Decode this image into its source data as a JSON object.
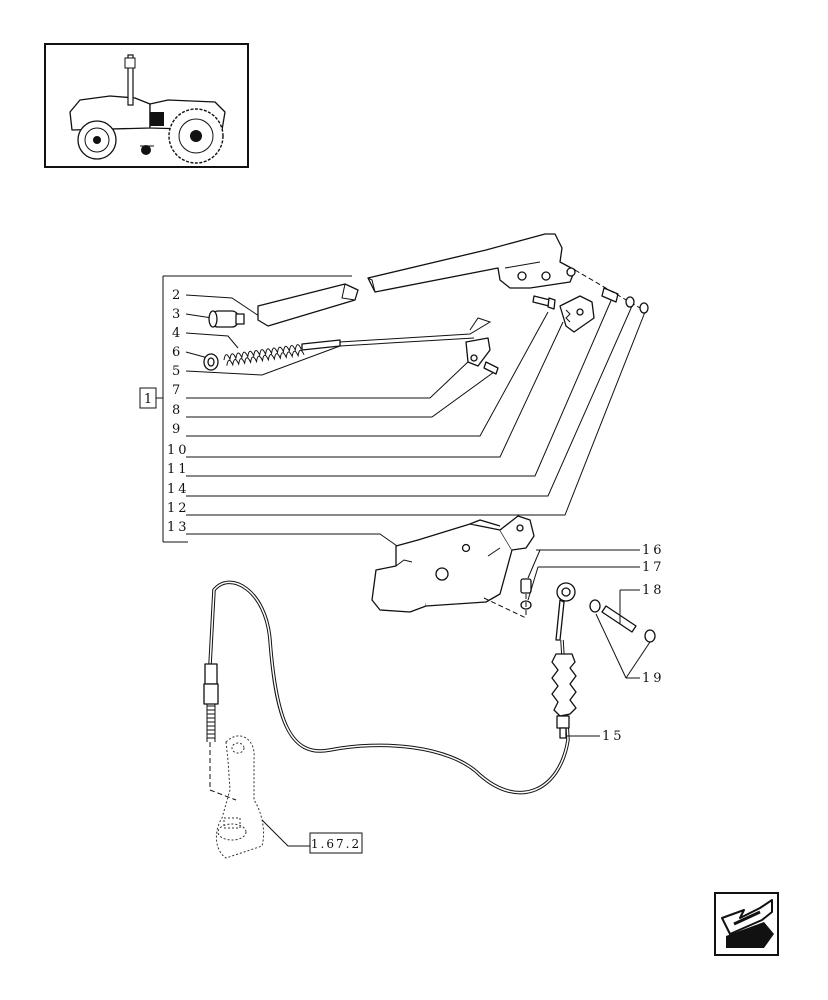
{
  "thumbnail": {
    "icon": "tractor-thumbnail-icon"
  },
  "group_ref": "1",
  "reference_box": "1.67.2",
  "callouts_left": [
    "2",
    "3",
    "4",
    "6",
    "5",
    "7",
    "8",
    "9",
    "10",
    "11",
    "14",
    "12",
    "13"
  ],
  "callouts_right": {
    "c16": "16",
    "c17": "17",
    "c18": "18",
    "c19": "19",
    "c15": "15"
  },
  "nav": {
    "icon": "back-arrow-icon"
  }
}
